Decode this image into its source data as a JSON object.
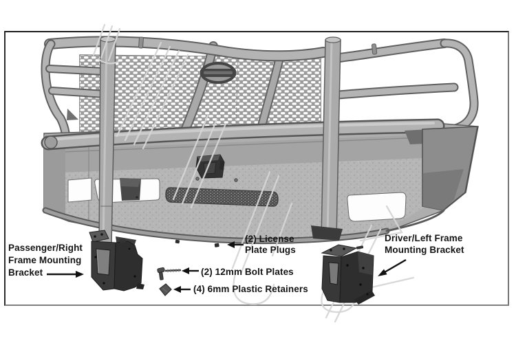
{
  "diagram": {
    "background_color": "#ffffff",
    "border_color": "#1f1f1f",
    "artwork_gray": "#b3b3b3",
    "dark_part_color": "#383838",
    "watermark_color": "#d6d6d6",
    "text_color": "#141414",
    "labels": {
      "passenger_bracket": [
        "Passenger/Right",
        "Frame Mounting",
        "Bracket"
      ],
      "license_plugs": [
        "(2) License",
        "Plate Plugs"
      ],
      "bolt_plates": [
        "(2) 12mm Bolt Plates"
      ],
      "plastic_retainers": [
        "(4) 6mm Plastic Retainers"
      ],
      "driver_bracket": [
        "Driver/Left Frame",
        "Mounting Bracket"
      ]
    }
  }
}
